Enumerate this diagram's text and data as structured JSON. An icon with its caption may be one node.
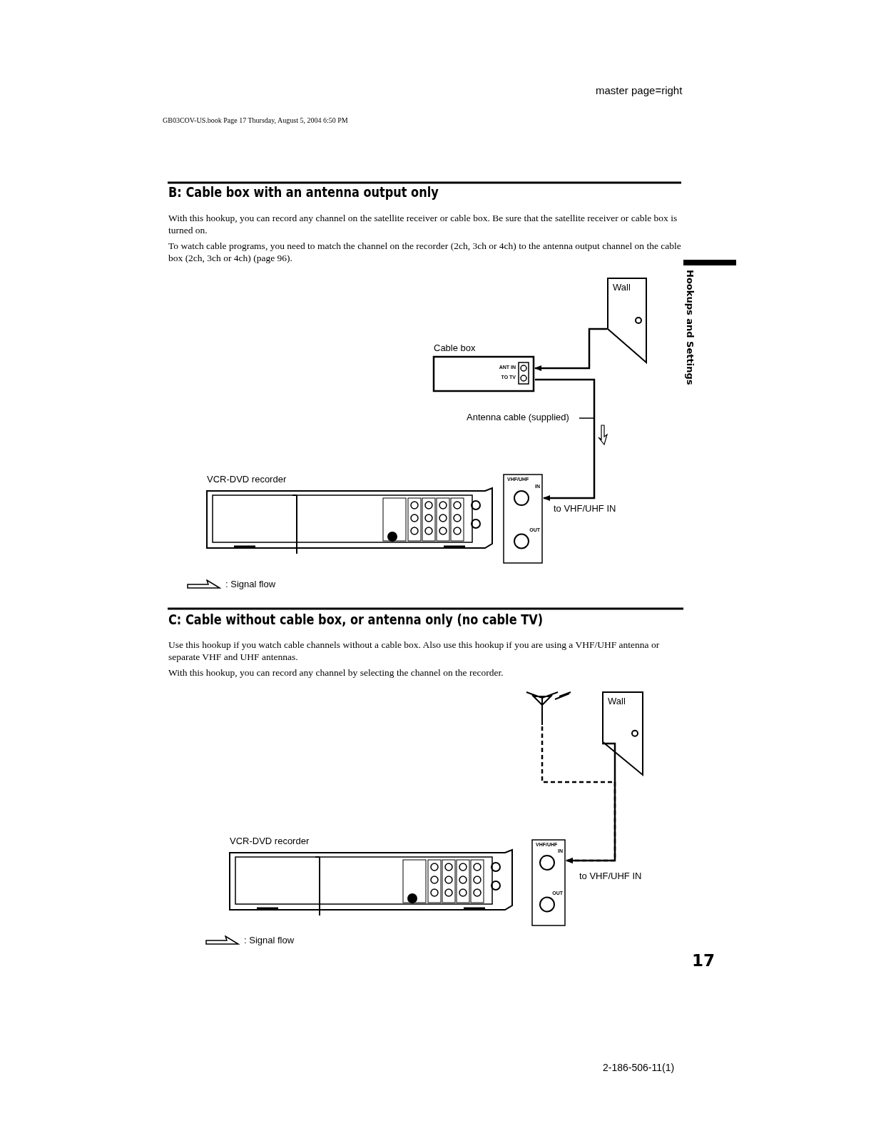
{
  "diagram": {
    "nodes": [
      {
        "text": [
          "Wall"
        ]
      },
      {
        "text": [
          "Cable box",
          "ANT IN",
          "TO TV"
        ]
      },
      {
        "text": [
          "VCR-DVD recorder"
        ]
      },
      {
        "text": [
          "VHF/UHF",
          "IN",
          "OUT"
        ],
        "beside": [
          "to VHF/UHF IN"
        ]
      },
      {
        "text": [],
        "shape": "antenna"
      },
      {
        "text": [
          "Wall"
        ]
      },
      {
        "text": [
          "VCR-DVD recorder"
        ]
      },
      {
        "text": [
          "VHF/UHF",
          "IN",
          "OUT"
        ],
        "beside": [
          "to VHF/UHF IN"
        ]
      }
    ],
    "edges": [
      {
        "from": 0,
        "to": 1,
        "arrow": "to"
      },
      {
        "from": 1,
        "to": 3,
        "arrow": "to",
        "label": "Antenna cable (supplied)"
      },
      {
        "from": 4,
        "to": 7,
        "arrow": "to",
        "style": "dashed"
      },
      {
        "from": 5,
        "to": 7,
        "arrow": "to"
      }
    ],
    "labels": [
      "master page=right",
      "GB03COV-US.book Page 17 Thursday, August 5, 2004 6:50 PM",
      "B: Cable box with an antenna output only",
      "With this hookup, you can record any channel on the satellite receiver or cable box. Be sure that the satellite receiver or cable box is turned on.",
      "To watch cable programs, you need to match the channel on the recorder (2ch, 3ch or 4ch) to the antenna output channel on the cable box (2ch, 3ch or 4ch) (page 96).",
      "Hookups and Settings",
      "C: Cable without cable box, or antenna only (no cable TV)",
      "Use this hookup if you watch cable channels without a cable box. Also use this hookup if you are using a VHF/UHF antenna or separate VHF and UHF antennas.",
      "With this hookup, you can record any channel by selecting the channel on the recorder.",
      "17",
      "2-186-506-11(1)"
    ],
    "legend": [
      {
        "text": ": Signal flow"
      },
      {
        "text": ": Signal flow"
      }
    ]
  }
}
